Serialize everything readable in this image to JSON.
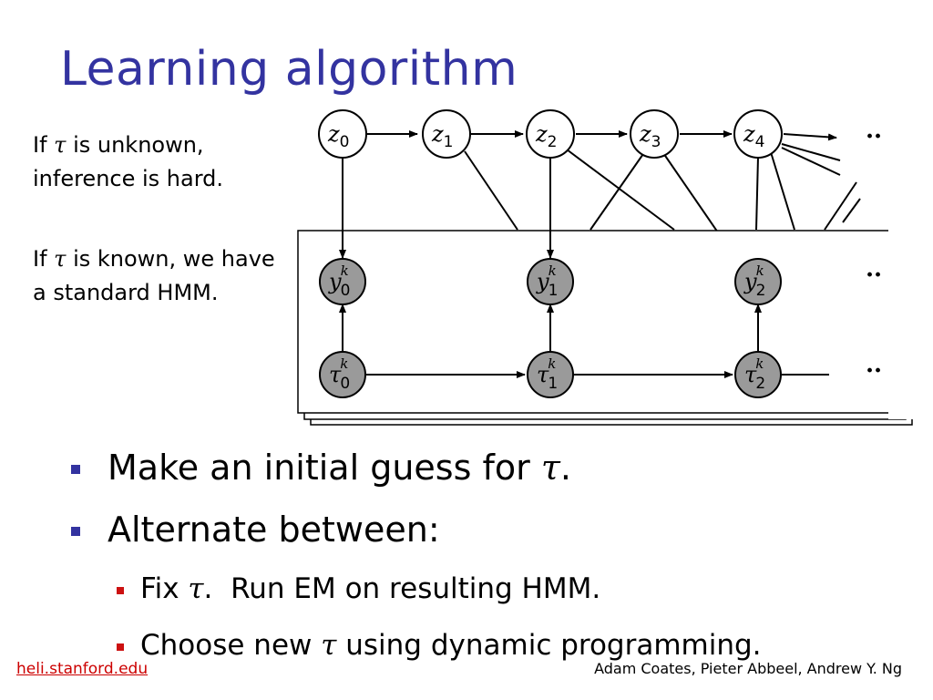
{
  "slide": {
    "title": "Learning algorithm",
    "side_text_1": {
      "pre": "If ",
      "sym": "τ",
      "post": " is unknown, inference is hard."
    },
    "side_text_2": {
      "pre": "If ",
      "sym": "τ",
      "post": " is known, we have a standard HMM."
    }
  },
  "diagram": {
    "z_nodes": [
      {
        "base": "z",
        "sub": "0"
      },
      {
        "base": "z",
        "sub": "1"
      },
      {
        "base": "z",
        "sub": "2"
      },
      {
        "base": "z",
        "sub": "3"
      },
      {
        "base": "z",
        "sub": "4"
      }
    ],
    "y_nodes": [
      {
        "base": "y",
        "sub": "0",
        "sup": "k"
      },
      {
        "base": "y",
        "sub": "1",
        "sup": "k"
      },
      {
        "base": "y",
        "sub": "2",
        "sup": "k"
      }
    ],
    "tau_nodes": [
      {
        "base": "τ",
        "sub": "0",
        "sup": "k"
      },
      {
        "base": "τ",
        "sub": "1",
        "sup": "k"
      },
      {
        "base": "τ",
        "sub": "2",
        "sup": "k"
      }
    ],
    "ellipsis": "··"
  },
  "bullets": [
    {
      "pre": "Make an initial guess for ",
      "sym": "τ",
      "post": "."
    },
    {
      "pre": "Alternate between:",
      "sym": "",
      "post": "",
      "sub": [
        {
          "pre": "Fix ",
          "sym": "τ",
          "post": ".  Run EM on resulting HMM."
        },
        {
          "pre": "Choose new ",
          "sym": "τ",
          "post": " using dynamic programming."
        }
      ]
    }
  ],
  "footer": {
    "link": "heli.stanford.edu",
    "authors": "Adam Coates, Pieter Abbeel, Andrew Y. Ng"
  },
  "colors": {
    "title": "#3333a0",
    "bullet_level1": "#3333a0",
    "bullet_level2": "#cc1111",
    "link": "#cc0000",
    "observed_node": "#9a9a9a"
  }
}
